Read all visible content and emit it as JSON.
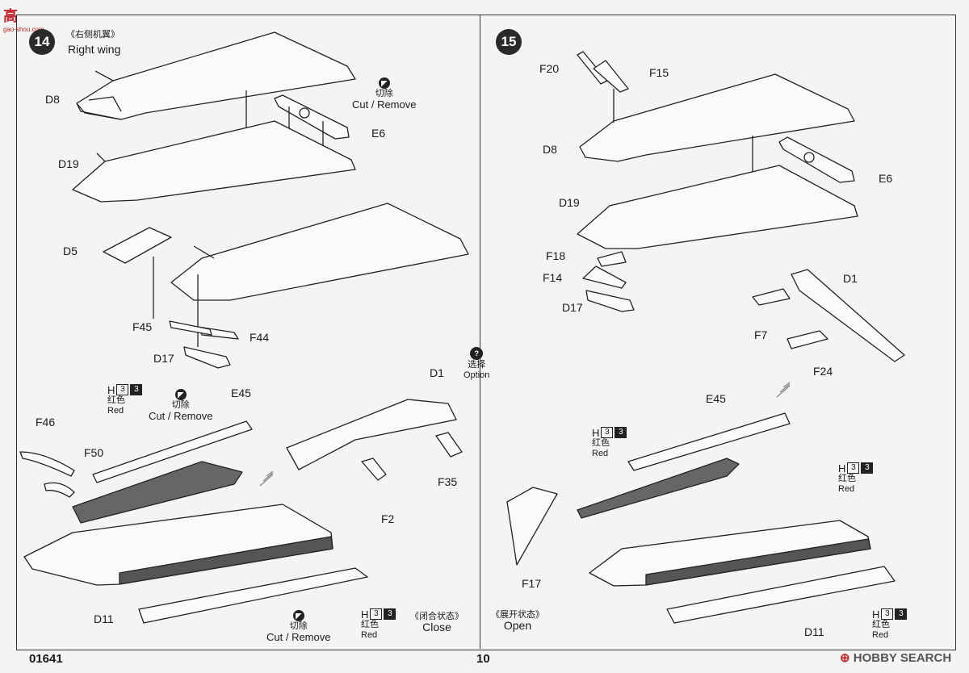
{
  "watermark": {
    "cn": "高",
    "url": "gao-shou.com"
  },
  "page": {
    "code": "01641",
    "number": "10"
  },
  "brand": {
    "mark": "⊕",
    "name": "HOBBY SEARCH"
  },
  "step14": {
    "number": "14",
    "title_cn": "《右侧机翼》",
    "title_en": "Right wing"
  },
  "step15": {
    "number": "15"
  },
  "option": {
    "icon": "?",
    "cn": "选择",
    "en": "Option"
  },
  "cut": {
    "icon": "◤",
    "cn": "切除",
    "en": "Cut / Remove"
  },
  "paint": {
    "h": "H",
    "n1": "3",
    "n2": "3",
    "cn": "红色",
    "en": "Red"
  },
  "state_close": {
    "cn": "《闭合状态》",
    "en": "Close"
  },
  "state_open": {
    "cn": "《展开状态》",
    "en": "Open"
  },
  "parts": {
    "d8": "D8",
    "d19": "D19",
    "d5": "D5",
    "e6": "E6",
    "f45": "F45",
    "f44": "F44",
    "d17": "D17",
    "f46": "F46",
    "f50": "F50",
    "e45": "E45",
    "d1": "D1",
    "f35": "F35",
    "f2": "F2",
    "d11": "D11",
    "f20": "F20",
    "f15": "F15",
    "f18": "F18",
    "f14": "F14",
    "f7": "F7",
    "f24": "F24",
    "f17": "F17"
  }
}
